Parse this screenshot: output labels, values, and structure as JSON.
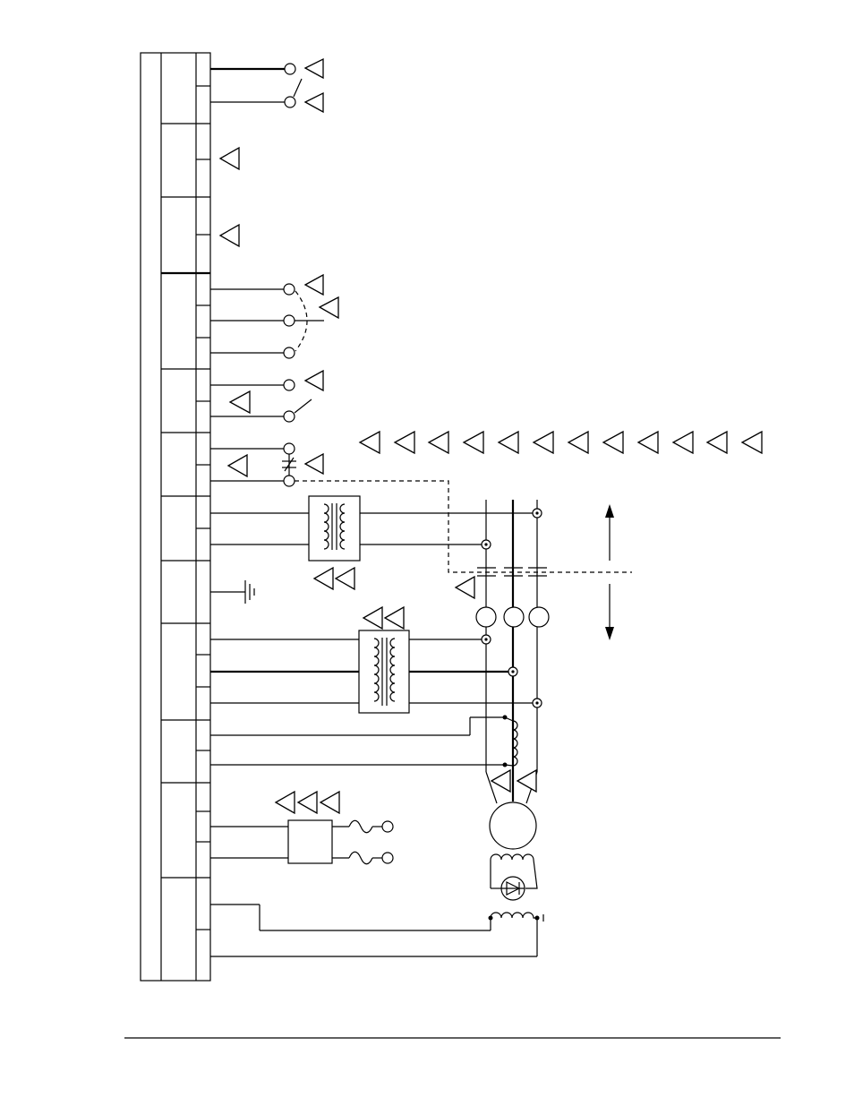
{
  "page": {
    "footer_rule": true
  },
  "terminal_strip": {
    "group_count": 12,
    "terminal_count": 30
  },
  "symbols": {
    "note_flag_count": 34,
    "icons": [
      "terminal-circle-icon",
      "note-flag-icon",
      "transformer-icon",
      "ground-icon",
      "generator-icon",
      "diode-icon",
      "coil-icon",
      "arrow-up-icon",
      "arrow-down-icon",
      "fuse-icon"
    ]
  },
  "legend_row": {
    "flag_count": 12
  }
}
